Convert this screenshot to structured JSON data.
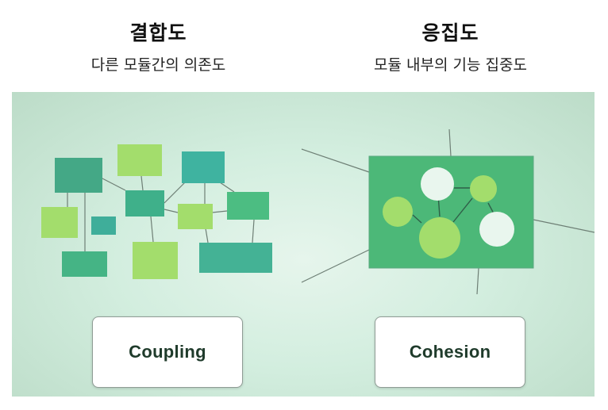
{
  "coupling": {
    "title": "결합도",
    "subtitle": "다른 모듈간의 의존도",
    "label": "Coupling"
  },
  "cohesion": {
    "title": "응집도",
    "subtitle": "모듈 내부의 기능 집중도",
    "label": "Cohesion"
  },
  "colors": {
    "dark_green": "#46a77f",
    "mid_green": "#4dbb86",
    "light_green": "#9fdc6a",
    "teal": "#3fb3a0",
    "module_bg": "#4cb878",
    "white_circle": "#e9f6ee",
    "line": "#6e7f75"
  }
}
